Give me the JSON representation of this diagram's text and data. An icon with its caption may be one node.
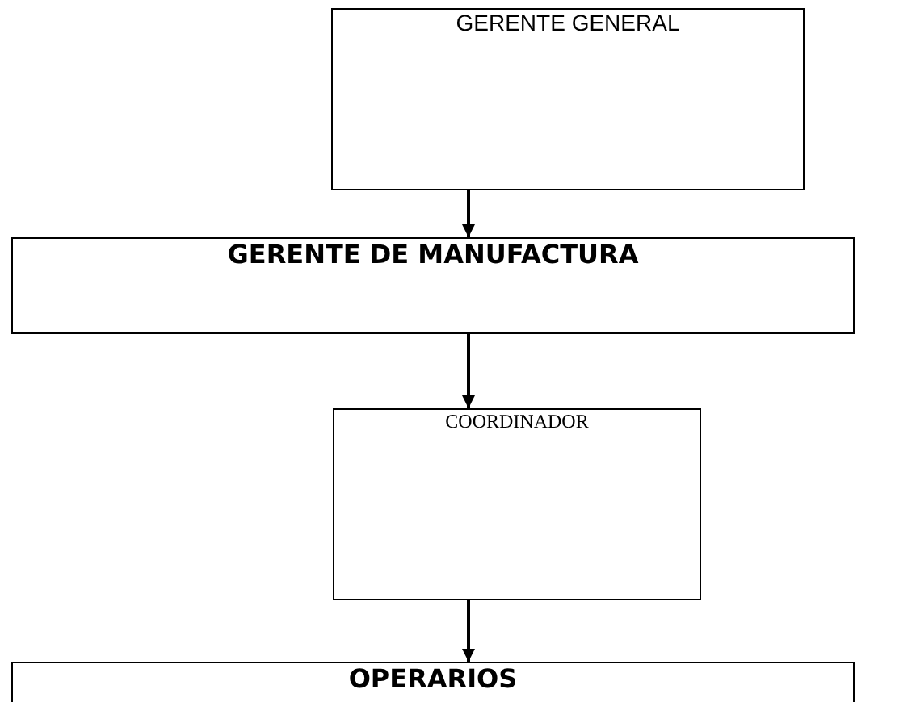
{
  "diagram": {
    "nodes": [
      {
        "text": [
          "GERENTE GENERAL"
        ]
      },
      {
        "text": [
          "GERENTE DE MANUFACTURA"
        ]
      },
      {
        "text": [
          "COORDINADOR"
        ]
      },
      {
        "text": [
          "OPERARIOS"
        ]
      }
    ],
    "edges": [
      {
        "from": 0,
        "to": 1,
        "arrow": "to"
      },
      {
        "from": 1,
        "to": 2,
        "arrow": "to"
      },
      {
        "from": 2,
        "to": 3,
        "arrow": "to"
      }
    ]
  }
}
